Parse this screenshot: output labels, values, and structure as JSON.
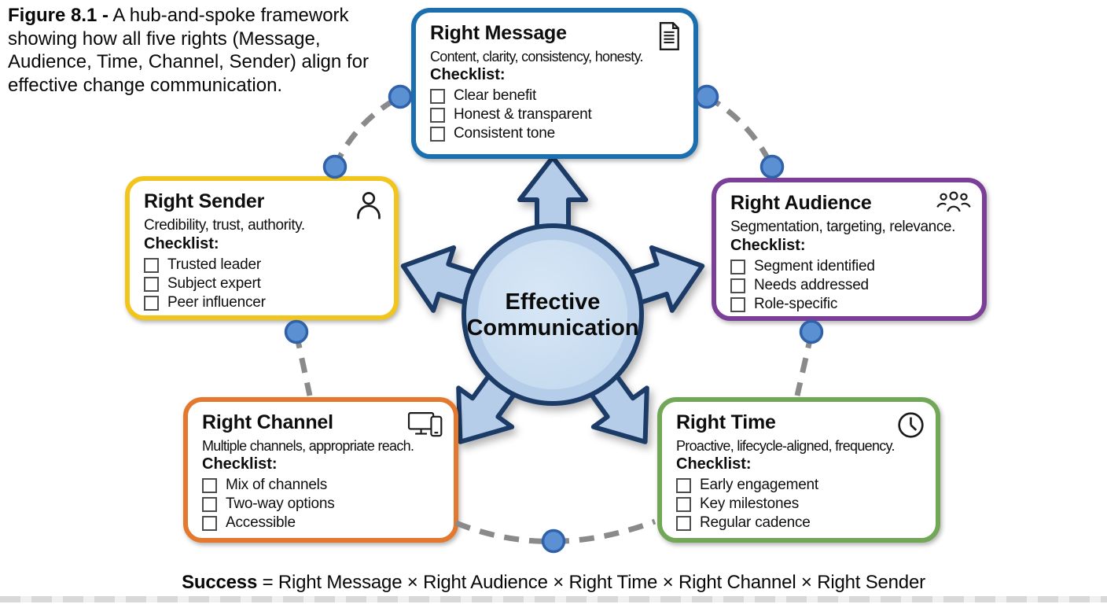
{
  "caption": {
    "label": "Figure 8.1 -",
    "text": "A hub-and-spoke framework showing how all five rights (Message, Audience, Time, Channel, Sender) align for effective change communication."
  },
  "hub": {
    "line1": "Effective",
    "line2": "Communication",
    "fill": "#b5cde8",
    "inner_fill": "#cadef2",
    "outline": "#1b3a66"
  },
  "boxes": {
    "message": {
      "title": "Right Message",
      "icon": "document-icon",
      "summary": "Content, clarity, consistency, honesty.",
      "checklist_label": "Checklist:",
      "items": [
        "Clear benefit",
        "Honest & transparent",
        "Consistent tone"
      ],
      "border_color": "#1c6fae"
    },
    "audience": {
      "title": "Right Audience",
      "icon": "people-group-icon",
      "summary": "Segmentation, targeting, relevance.",
      "checklist_label": "Checklist:",
      "items": [
        "Segment identified",
        "Needs addressed",
        "Role-specific"
      ],
      "border_color": "#7b3f98"
    },
    "sender": {
      "title": "Right Sender",
      "icon": "person-icon",
      "summary": "Credibility, trust, authority.",
      "checklist_label": "Checklist:",
      "items": [
        "Trusted leader",
        "Subject expert",
        "Peer influencer"
      ],
      "border_color": "#f2c51d"
    },
    "channel": {
      "title": "Right Channel",
      "icon": "devices-icon",
      "summary": "Multiple channels, appropriate reach.",
      "checklist_label": "Checklist:",
      "items": [
        "Mix of channels",
        "Two-way options",
        "Accessible"
      ],
      "border_color": "#e2792f"
    },
    "time": {
      "title": "Right Time",
      "icon": "clock-icon",
      "summary": "Proactive, lifecycle-aligned, frequency.",
      "checklist_label": "Checklist:",
      "items": [
        "Early engagement",
        "Key milestones",
        "Regular cadence"
      ],
      "border_color": "#71a757"
    }
  },
  "formula": {
    "label": "Success",
    "text": "= Right Message × Right Audience × Right Time × Right Channel × Right Sender"
  },
  "connectors": {
    "dash_color": "#8a8a8a",
    "dot_fill": "#5b90d2",
    "dot_stroke": "#2f62a8"
  }
}
